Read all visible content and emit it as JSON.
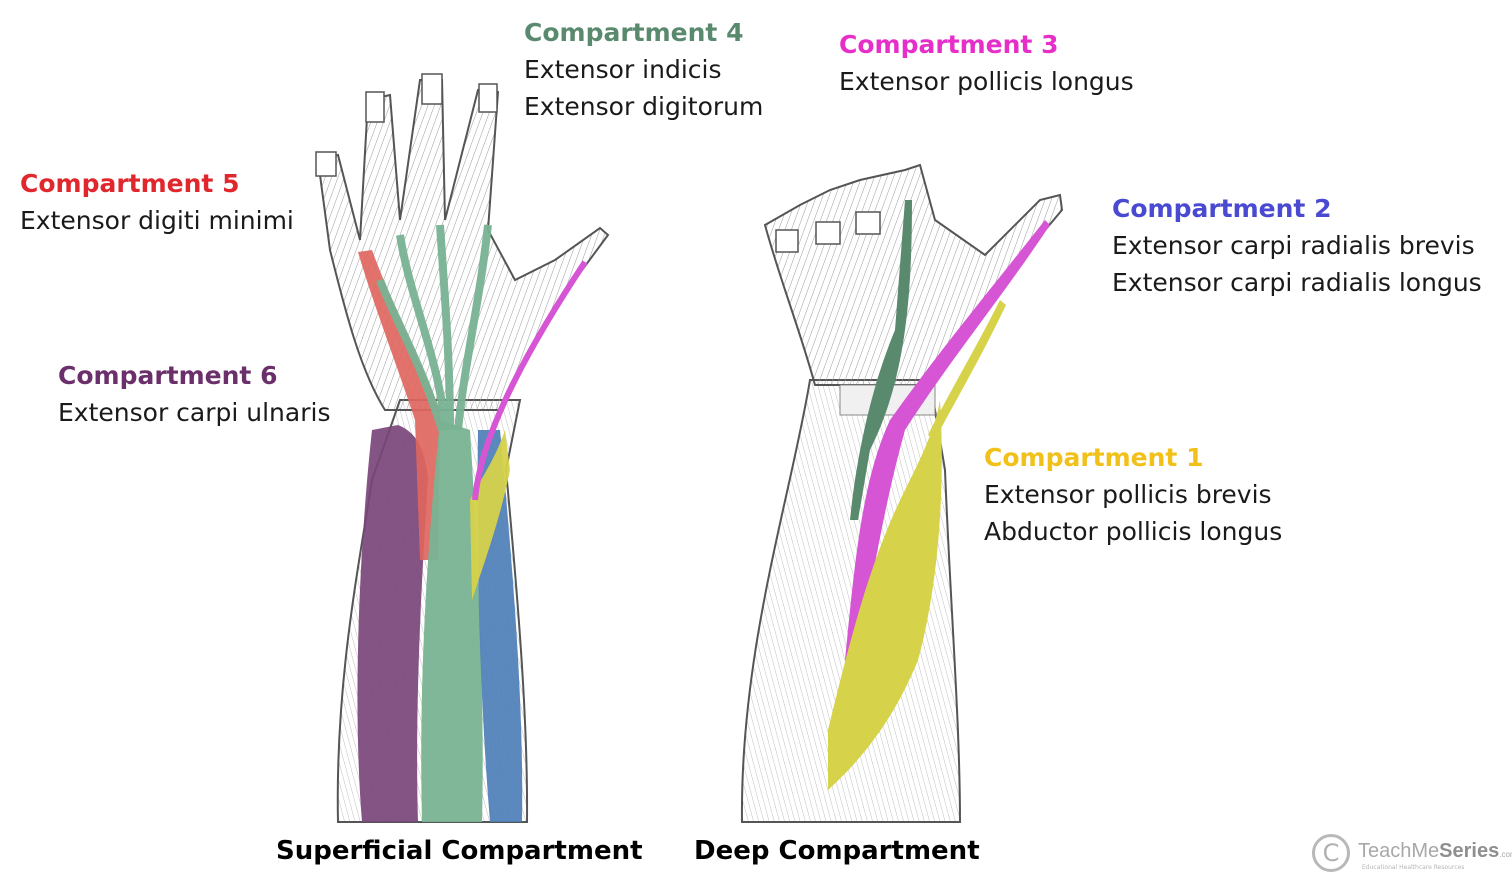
{
  "colors": {
    "compartment_1": "#f2c119",
    "compartment_2": "#4949d1",
    "compartment_3": "#e62ec9",
    "compartment_4": "#5a8a6e",
    "compartment_5": "#e0272d",
    "compartment_6": "#6b2f6b",
    "muscle_yellow": "#d6d24a",
    "muscle_green": "#79b394",
    "muscle_blue": "#4d7fb8",
    "muscle_purple": "#7a4579",
    "muscle_red": "#e0665f",
    "muscle_pink": "#d655d4"
  },
  "labels": {
    "compartment_4": {
      "title": "Compartment 4",
      "muscles": [
        "Extensor indicis",
        "Extensor digitorum"
      ]
    },
    "compartment_3": {
      "title": "Compartment 3",
      "muscles": [
        "Extensor pollicis longus"
      ]
    },
    "compartment_5": {
      "title": "Compartment 5",
      "muscles": [
        "Extensor digiti minimi"
      ]
    },
    "compartment_2": {
      "title": "Compartment 2",
      "muscles": [
        "Extensor carpi radialis brevis",
        "Extensor carpi radialis longus"
      ]
    },
    "compartment_6": {
      "title": "Compartment 6",
      "muscles": [
        "Extensor carpi ulnaris"
      ]
    },
    "compartment_1": {
      "title": "Compartment 1",
      "muscles": [
        "Extensor pollicis brevis",
        "Abductor pollicis longus"
      ]
    }
  },
  "captions": {
    "superficial": "Superficial Compartment",
    "deep": "Deep Compartment"
  },
  "logo": {
    "symbol": "C",
    "brand_light": "TeachMe",
    "brand_bold": "Series",
    "suffix": ".com",
    "tagline": "Educational Healthcare Resources"
  }
}
